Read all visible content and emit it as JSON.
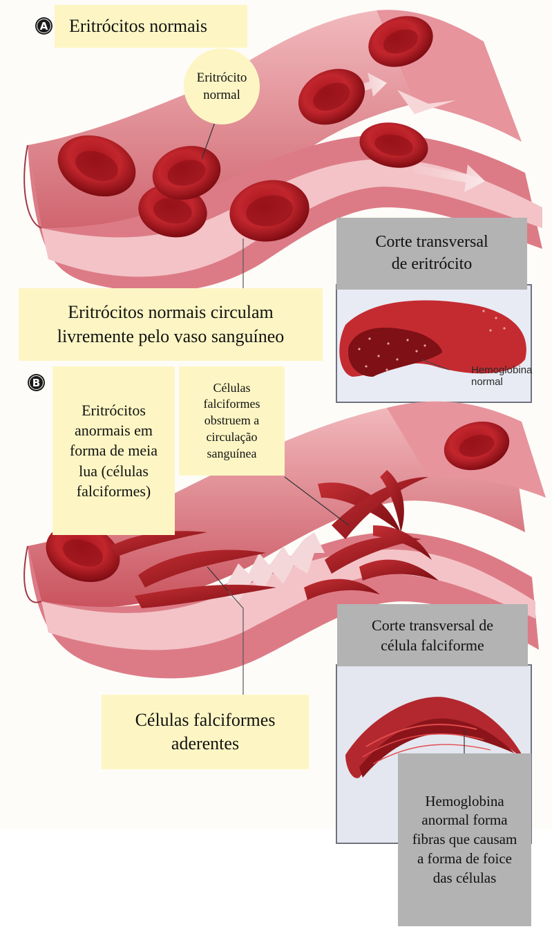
{
  "panel_a": {
    "badge": "A",
    "title": "Eritrócitos normais",
    "normal_cell_label": "Eritrócito normal",
    "flow_caption": "Eritrócitos normais circulam livremente pelo vaso sanguíneo",
    "cross_section_title": "Corte transversal de eritrócito",
    "hemoglobin_label": "Hemoglobina normal"
  },
  "panel_b": {
    "badge": "B",
    "abnormal_label": "Eritrócitos anormais em forma de meia lua (células falciformes)",
    "obstruct_label": "Células falciformes obstruem a circulação sanguínea",
    "adherent_label": "Células falciformes aderentes",
    "cross_section_title": "Corte transversal de célula falciforme",
    "hemoglobin_label": "Hemoglobina anormal forma fibras que causam a forma de foice das células"
  },
  "colors": {
    "label_background": "#fdf6c4",
    "gray_label_background": "#b3b3b3",
    "vessel": "#d9707c",
    "blood_cell": "#b01e26",
    "inset_background": "#e6e9f2"
  }
}
